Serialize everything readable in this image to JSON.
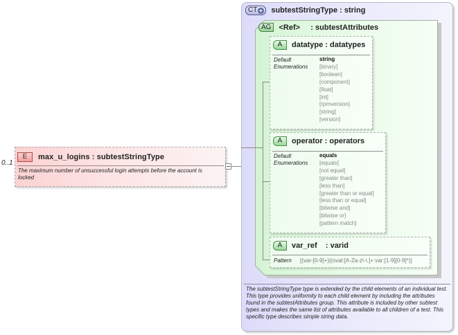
{
  "element": {
    "badge": "E",
    "occurrence": "0..1",
    "name": "max_u_logins",
    "type": "subtestStringType",
    "title": "max_u_logins : subtestStringType",
    "documentation": "The maximum number of unsuccessful login attempts before the account is locked"
  },
  "complex_type": {
    "badge": "CT",
    "title": "subtestStringType : string",
    "documentation": "The subtestStringType type is extended by the child elements of an individual test.  This type provides uniformity to each child element by including the attributes found in the subtestAttributes group.  This attribute is included by other subtest types and makes the same list of attributes available to all children of a test.  This specific type describes simple string data."
  },
  "attribute_group": {
    "badge": "AG",
    "title": "<Ref>     : subtestAttributes"
  },
  "attributes": [
    {
      "badge": "A",
      "title": "datatype : datatypes",
      "labels": [
        "Default",
        "Enumerations"
      ],
      "default": "string",
      "enumerations": [
        "[binary]",
        "[boolean]",
        "[component]",
        "[float]",
        "[int]",
        "[rpmversion]",
        "[string]",
        "[version]"
      ]
    },
    {
      "badge": "A",
      "title": "operator : operators",
      "labels": [
        "Default",
        "Enumerations"
      ],
      "default": "equals",
      "enumerations": [
        "[equals]",
        "[not equal]",
        "[greater than]",
        "[less than]",
        "[greater than or equal]",
        "[less than or equal]",
        "[bitwise and]",
        "[bitwise or]",
        "[pattern match]"
      ]
    },
    {
      "badge": "A",
      "title": "var_ref    : varid",
      "labels": [
        "Pattern"
      ],
      "pattern": "[(var-[0-9]+)|(oval:[A-Za-z\\-\\.]+:var:[1-9][0-9]*)]"
    }
  ],
  "colors": {
    "element_fill": "#fbd2d2",
    "complex_type_fill": "#dcdcfa",
    "attribute_group_fill": "#d4f4d4",
    "attribute_fill": "#eefcee"
  }
}
